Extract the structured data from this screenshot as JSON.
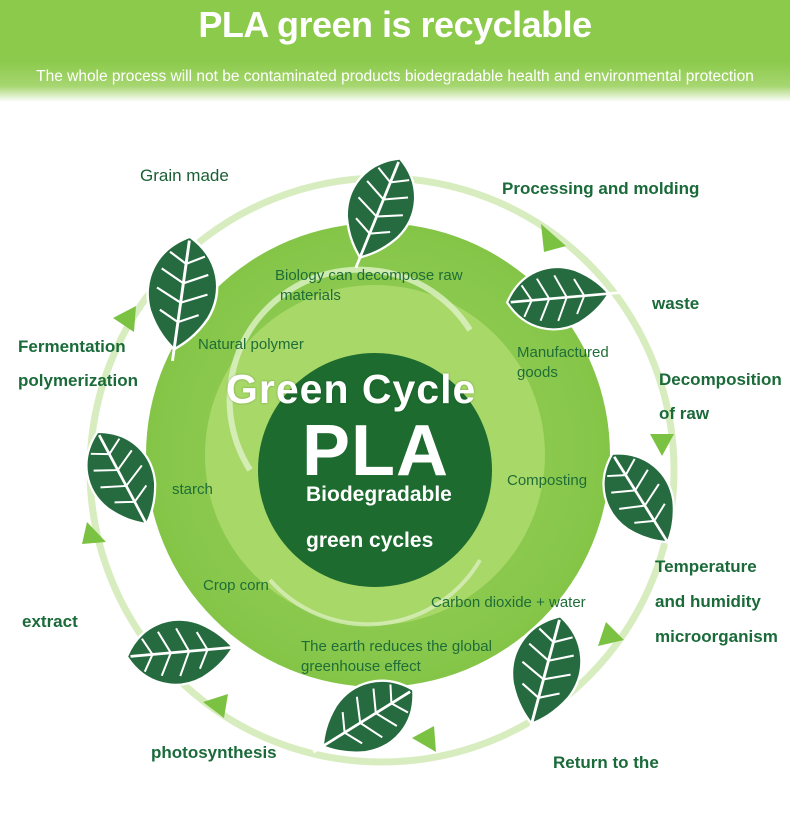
{
  "header": {
    "title": "PLA green is recyclable",
    "subtitle": "The whole process will not be contaminated products biodegradable health and environmental protection"
  },
  "colors": {
    "banner": "#8cca4c",
    "outer_circle": "#8ccb4e",
    "inner_circle": "#a8d868",
    "center_circle": "#1d6b2f",
    "leaf": "#256b3f",
    "arrow": "#7cc242",
    "text_dark_green": "#1a6a3a"
  },
  "center": {
    "cycle_title": "Green Cycle",
    "pla": "PLA",
    "line1": "Biodegradable",
    "line2": "green cycles"
  },
  "outer_labels": {
    "grain_made": "Grain made",
    "processing": "Processing and molding",
    "waste": "waste",
    "decomposition_1": "Decomposition",
    "decomposition_2": "of raw",
    "temperature_1": "Temperature",
    "temperature_2": "and humidity",
    "temperature_3": "microorganism",
    "return": "Return to the",
    "photosynthesis": "photosynthesis",
    "extract": "extract",
    "fermentation_1": "Fermentation",
    "fermentation_2": "polymerization"
  },
  "inner_labels": {
    "biology_1": "Biology can decompose raw",
    "biology_2": "materials",
    "manufactured_1": "Manufactured",
    "manufactured_2": "goods",
    "composting": "Composting",
    "carbon": "Carbon dioxide + water",
    "earth_1": "The earth reduces the global",
    "earth_2": "greenhouse effect",
    "crop": "Crop corn",
    "starch": "starch",
    "natural": "Natural polymer"
  },
  "icons": [
    "leaf-icon",
    "arrow-triangle-icon"
  ]
}
